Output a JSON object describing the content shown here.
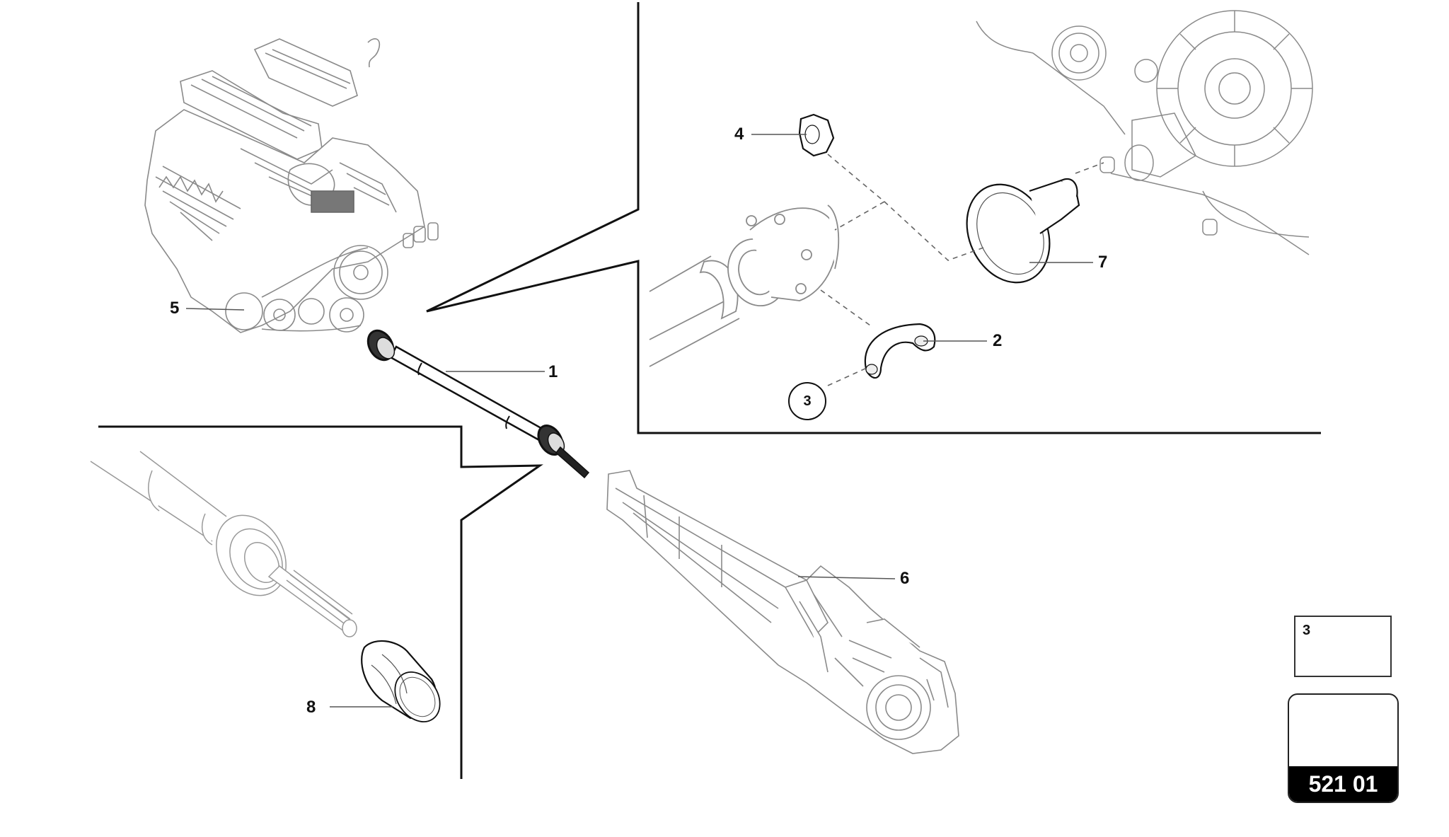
{
  "diagram": {
    "type": "exploded-parts-diagram",
    "subject": "Drive shaft assembly between engine and transaxle",
    "callouts": [
      {
        "id": "1",
        "label": "1",
        "part": "drive shaft"
      },
      {
        "id": "2",
        "label": "2",
        "part": "retaining plate"
      },
      {
        "id": "3",
        "label": "3",
        "part": "bolt",
        "style": "circled"
      },
      {
        "id": "4",
        "label": "4",
        "part": "nut"
      },
      {
        "id": "5",
        "label": "5",
        "part": "engine"
      },
      {
        "id": "6",
        "label": "6",
        "part": "transaxle / gearbox"
      },
      {
        "id": "7",
        "label": "7",
        "part": "boot / cover"
      },
      {
        "id": "8",
        "label": "8",
        "part": "gaiter boot"
      }
    ],
    "legend": {
      "item_label": "3",
      "item_icon": "bolt-icon"
    },
    "reference": {
      "code": "521 01",
      "icon": "arrow-direction-icon"
    }
  },
  "colors": {
    "line": "#111111",
    "drawing": "#888888",
    "shade": "#777777",
    "band": "#000000"
  }
}
